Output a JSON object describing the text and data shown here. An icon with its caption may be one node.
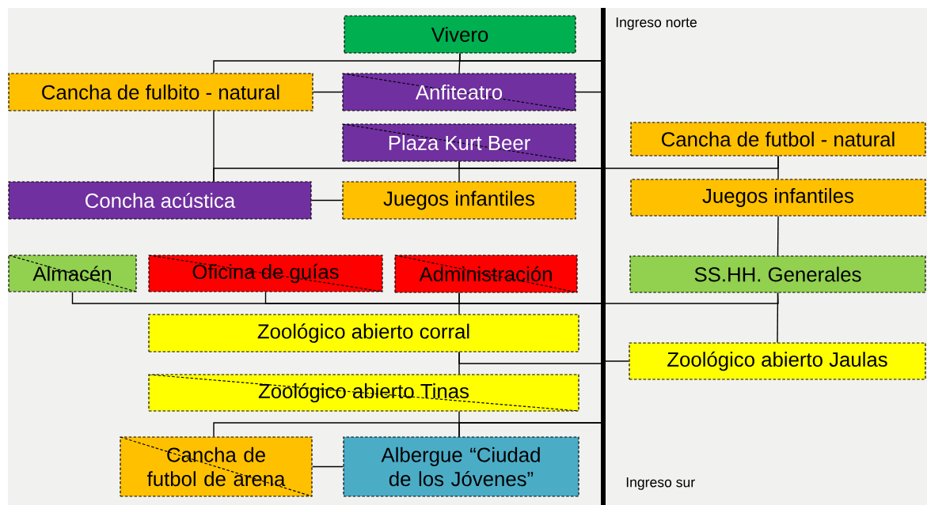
{
  "diagram": {
    "nodes": [
      {
        "text": [
          "Vivero"
        ]
      },
      {
        "text": [
          "Cancha de fulbito - natural"
        ]
      },
      {
        "text": [
          "Anfiteatro"
        ]
      },
      {
        "text": [
          "Plaza Kurt Beer"
        ]
      },
      {
        "text": [
          "Concha acústica"
        ]
      },
      {
        "text": [
          "Juegos infantiles"
        ]
      },
      {
        "text": [
          "Cancha de futbol - natural"
        ]
      },
      {
        "text": [
          "Juegos infantiles"
        ]
      },
      {
        "text": [
          "Almacén"
        ]
      },
      {
        "text": [
          "Oficina de guías"
        ]
      },
      {
        "text": [
          "Administración"
        ]
      },
      {
        "text": [
          "SS.HH. Generales"
        ]
      },
      {
        "text": [
          "Zoológico abierto corral"
        ]
      },
      {
        "text": [
          "Zoológico abierto Jaulas"
        ]
      },
      {
        "text": [
          "Zoológico abierto Tinas"
        ]
      },
      {
        "text": [
          "Cancha de futbol de arena"
        ]
      },
      {
        "text": [
          "Albergue “Ciudad de los Jóvenes”"
        ]
      },
      {
        "text": [],
        "shape": "bar"
      }
    ],
    "edges": [
      {
        "from": 0,
        "to": 17,
        "arrow": "none"
      },
      {
        "from": 1,
        "to": 17,
        "arrow": "none"
      },
      {
        "from": 0,
        "to": 2,
        "arrow": "none"
      },
      {
        "from": 1,
        "to": 2,
        "arrow": "none"
      },
      {
        "from": 2,
        "to": 17,
        "arrow": "none"
      },
      {
        "from": 1,
        "to": 4,
        "arrow": "none"
      },
      {
        "from": 4,
        "to": 17,
        "arrow": "none"
      },
      {
        "from": 3,
        "to": 5,
        "arrow": "none"
      },
      {
        "from": 3,
        "to": 17,
        "arrow": "none"
      },
      {
        "from": 4,
        "to": 5,
        "arrow": "none"
      },
      {
        "from": 17,
        "to": 6,
        "arrow": "none"
      },
      {
        "from": 6,
        "to": 7,
        "arrow": "none"
      },
      {
        "from": 7,
        "to": 11,
        "arrow": "none"
      },
      {
        "from": 8,
        "to": 17,
        "arrow": "none"
      },
      {
        "from": 9,
        "to": 17,
        "arrow": "none"
      },
      {
        "from": 10,
        "to": 12,
        "arrow": "none"
      },
      {
        "from": 10,
        "to": 17,
        "arrow": "none"
      },
      {
        "from": 17,
        "to": 11,
        "arrow": "none"
      },
      {
        "from": 11,
        "to": 13,
        "arrow": "none"
      },
      {
        "from": 12,
        "to": 14,
        "arrow": "none"
      },
      {
        "from": 12,
        "to": 17,
        "arrow": "none"
      },
      {
        "from": 17,
        "to": 13,
        "arrow": "none"
      },
      {
        "from": 14,
        "to": 16,
        "arrow": "none"
      },
      {
        "from": 15,
        "to": 17,
        "arrow": "none"
      },
      {
        "from": 16,
        "to": 17,
        "arrow": "none"
      },
      {
        "from": 15,
        "to": 16,
        "arrow": "none"
      }
    ],
    "labels": [
      "Ingreso norte",
      "Ingreso sur"
    ]
  }
}
